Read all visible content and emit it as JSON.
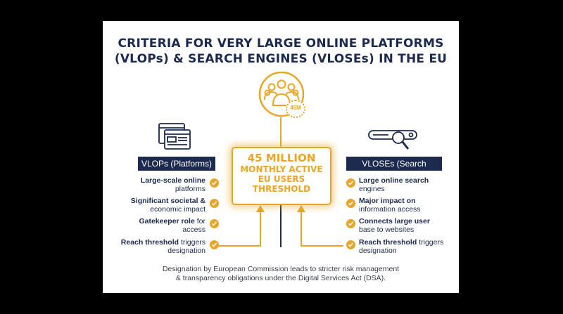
{
  "title": {
    "line1": "CRITERIA FOR VERY LARGE ONLINE PLATFORMS",
    "line2": "(VLOPs) & SEARCH ENGINES (VLOSEs) IN THE EU"
  },
  "users_badge": "45M",
  "center": {
    "line1": "45 MILLION",
    "line2": "MONTHLY ACTIVE",
    "line3": "EU USERS",
    "line4": "THRESHOLD"
  },
  "left": {
    "heading": "VLOPs (Platforms)",
    "items": [
      {
        "bold": "Large-scale online",
        "rest": "platforms"
      },
      {
        "bold": "Significant societal &",
        "rest": "economic impact"
      },
      {
        "bold": "Gatekeeper role",
        "rest2": " for",
        "rest": "access"
      },
      {
        "bold": "Reach threshold",
        "rest2": " triggers",
        "rest": "designation"
      }
    ]
  },
  "right": {
    "heading": "VLOSEs (Search Engines)",
    "items": [
      {
        "bold": "Large online search",
        "rest": "engines"
      },
      {
        "bold": "Major impact on",
        "rest": "information access"
      },
      {
        "bold": "Connects large user",
        "rest": "base to websites"
      },
      {
        "bold": "Reach threshold",
        "rest2": " triggers",
        "rest": "designation"
      }
    ]
  },
  "footer": {
    "line1": "Designation by European Commission leads to stricter risk management",
    "line2": "& transparency obligations under the Digital Services Act (DSA)."
  },
  "colors": {
    "navy": "#1c2a4f",
    "gold": "#e8a528",
    "background": "#000000"
  }
}
